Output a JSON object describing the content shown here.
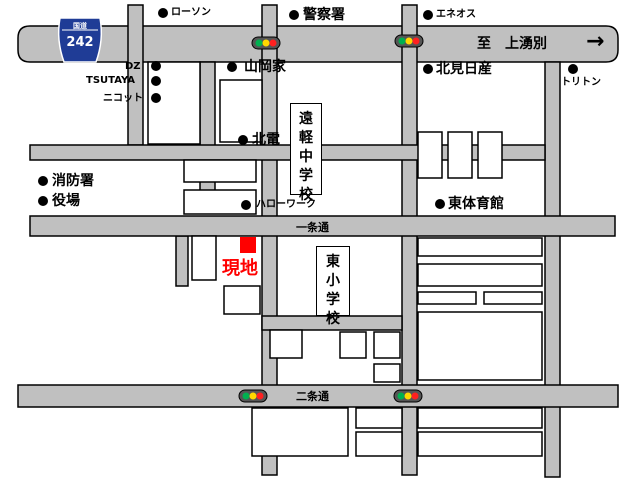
{
  "map": {
    "route_sign": {
      "top": "国道",
      "number": "242"
    },
    "direction": {
      "label": "至　上湧別",
      "arrow": "→"
    },
    "streets": {
      "ichijo": "一条通",
      "nijo": "二条通"
    },
    "current_location": {
      "label": "現地",
      "color": "#ff0000"
    },
    "schools": {
      "engaru_jhs": [
        "遠",
        "軽",
        "中",
        "学",
        "校"
      ],
      "higashi_es": [
        "東",
        "小",
        "学",
        "校"
      ]
    },
    "pois": {
      "lawson": "ローソン",
      "police": "警察署",
      "eneos": "エネオス",
      "yamaokaya": "山岡家",
      "dz": "DZ",
      "tsutaya": "TSUTAYA",
      "nitori": "ニコット",
      "kitami_nissan": "北見日産",
      "toriton": "トリトン",
      "hokuden": "北電",
      "fire_station": "消防署",
      "town_hall": "役場",
      "hello_work": "ハローワーク",
      "gym": "東体育館"
    },
    "colors": {
      "road": "#c0c0c0",
      "route_sign": "#1f3c96",
      "signal_body": "#555555",
      "signal_green": "#00b050",
      "signal_yellow": "#ffd700",
      "signal_red": "#ff2020"
    }
  }
}
